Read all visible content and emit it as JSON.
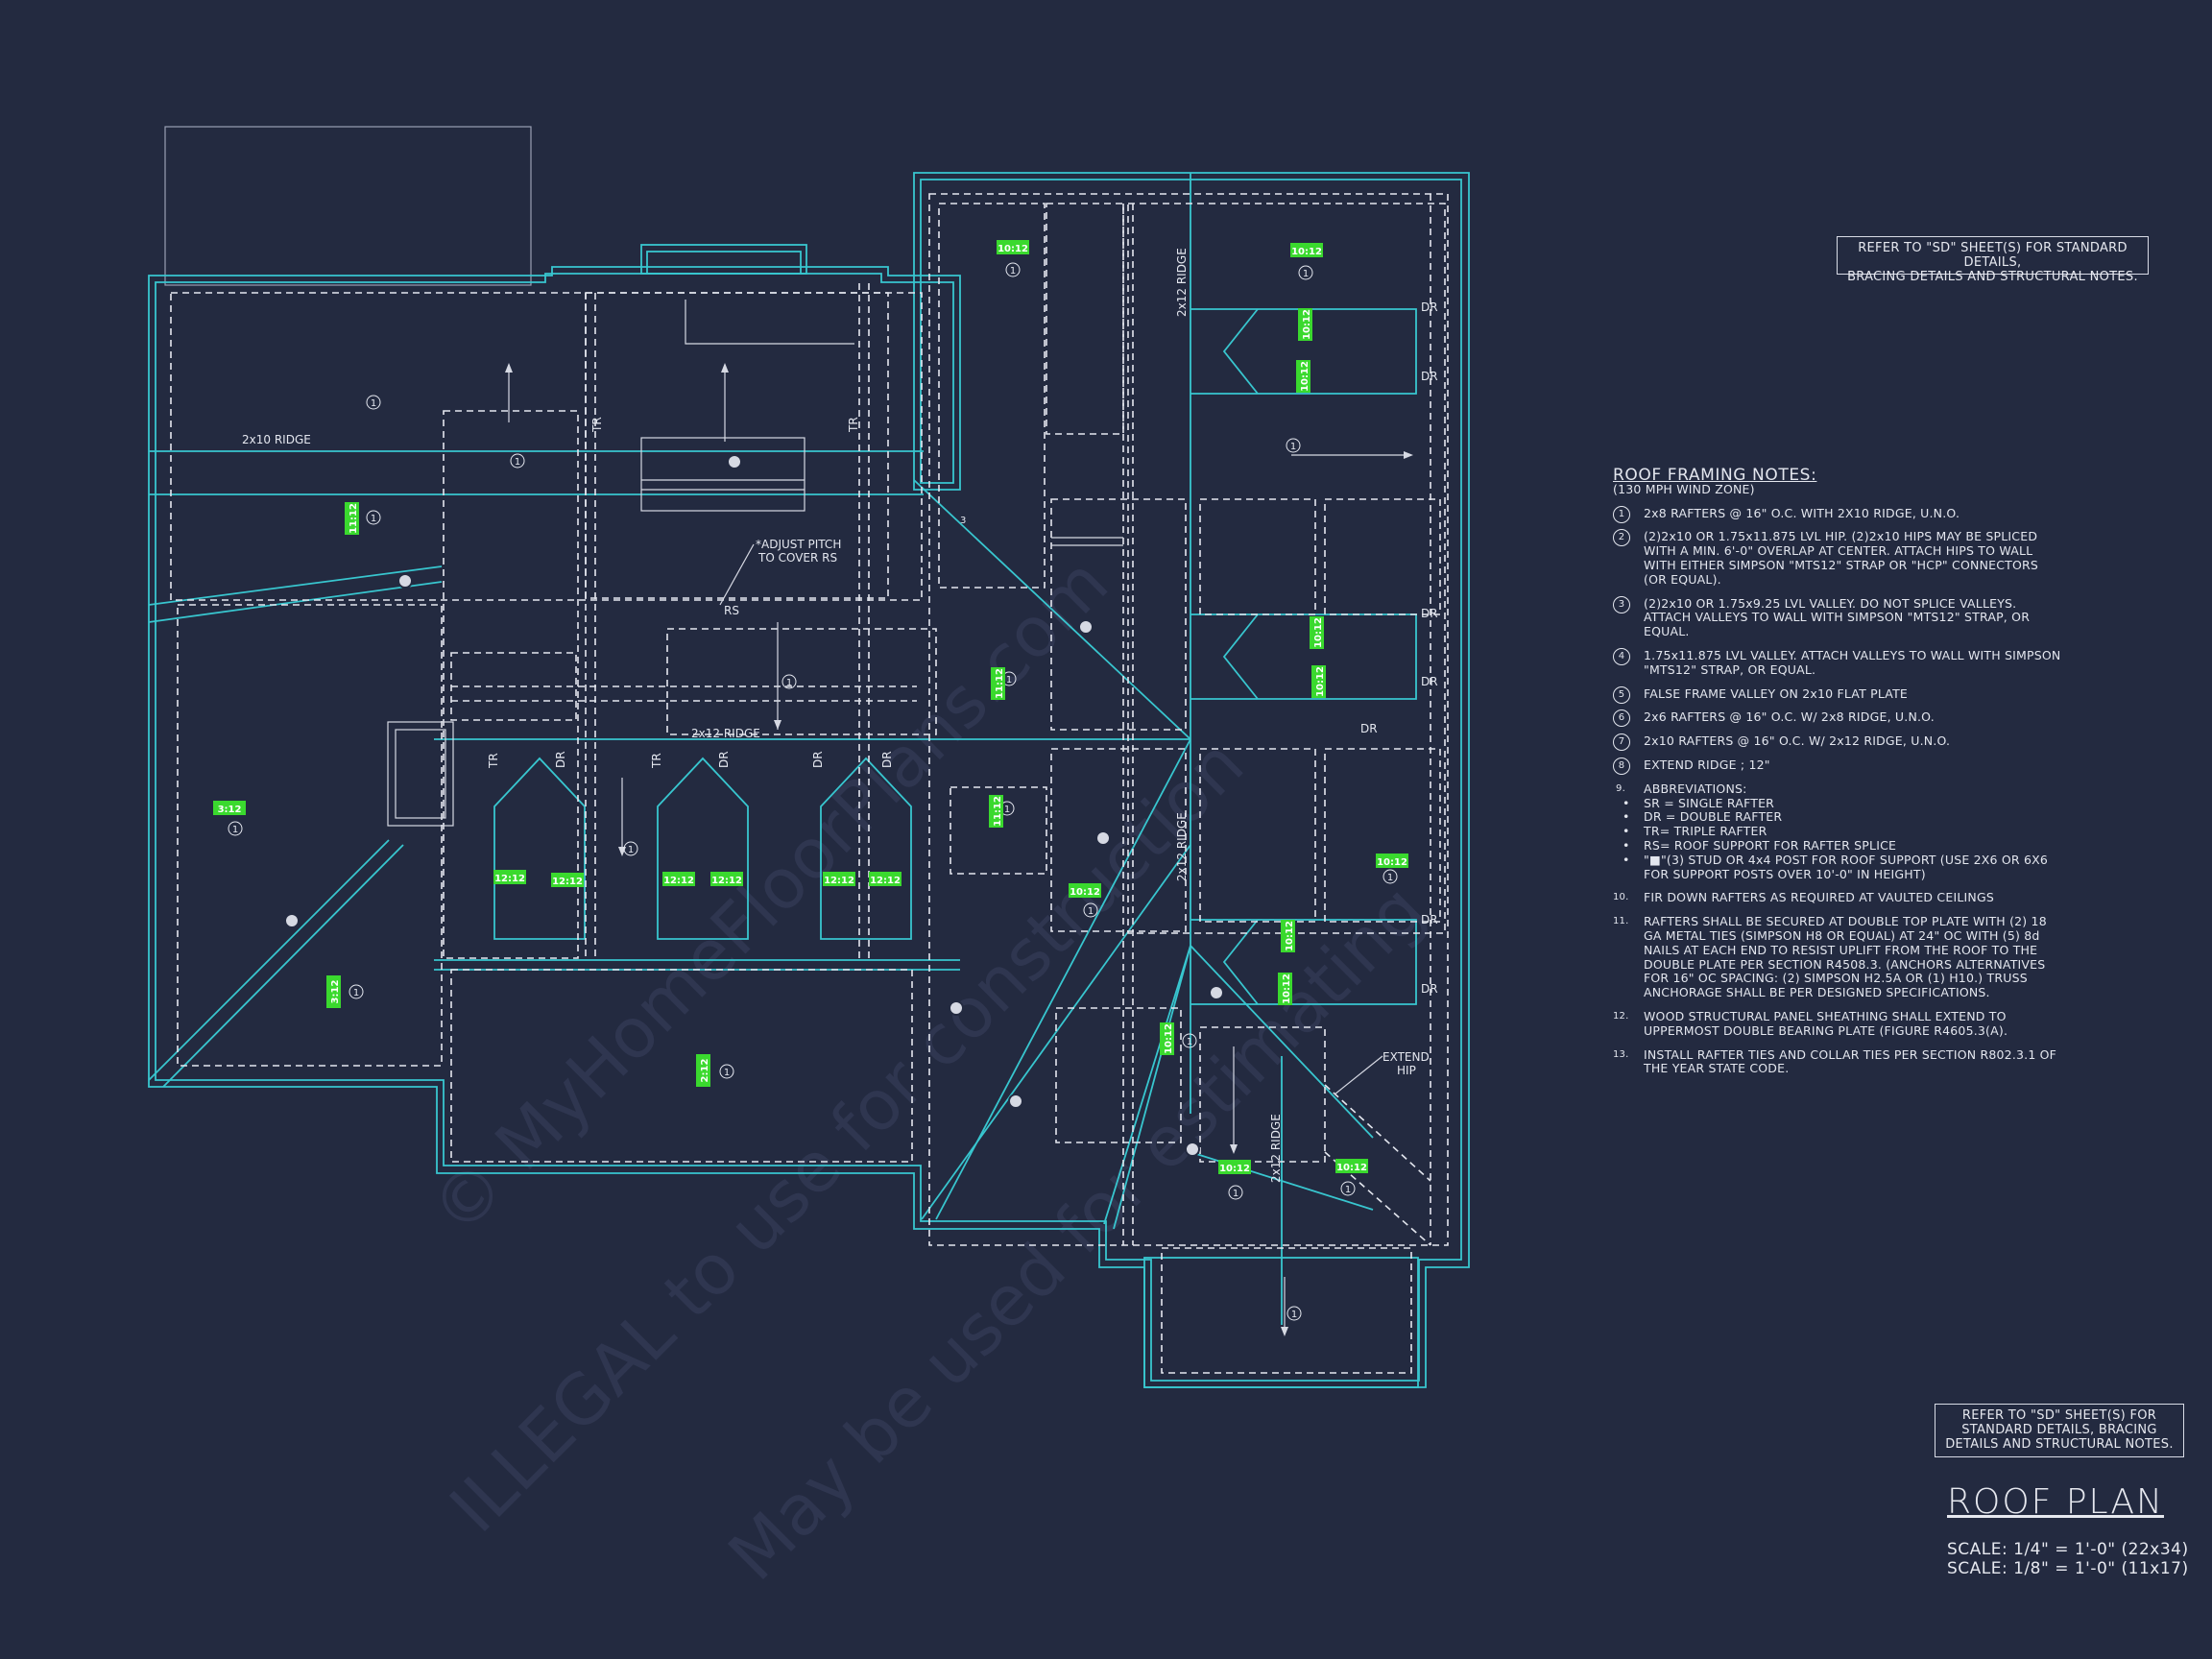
{
  "sheet": {
    "title": "ROOF PLAN",
    "scale_large": "SCALE: 1/4\" = 1'-0\" (22x34)",
    "scale_small": "SCALE: 1/8\" = 1'-0\" (11x17)"
  },
  "refer_top": [
    "REFER TO \"SD\" SHEET(S) FOR STANDARD DETAILS,",
    "BRACING  DETAILS AND STRUCTURAL NOTES."
  ],
  "refer_bottom": [
    "REFER TO \"SD\"  SHEET(S) FOR",
    "STANDARD DETAILS, BRACING",
    "DETAILS AND STRUCTURAL NOTES."
  ],
  "notes": {
    "title": "ROOF FRAMING NOTES:",
    "subtitle": "(130 MPH WIND ZONE)",
    "items": [
      {
        "num": "1",
        "text": "2x8 RAFTERS @ 16\" O.C. WITH 2X10 RIDGE, U.N.O."
      },
      {
        "num": "2",
        "text": "(2)2x10 OR 1.75x11.875 LVL HIP.  (2)2x10 HIPS MAY BE SPLICED WITH A MIN. 6'-0\" OVERLAP AT CENTER. ATTACH HIPS TO WALL WITH EITHER SIMPSON \"MTS12\" STRAP OR \"HCP\" CONNECTORS (OR EQUAL)."
      },
      {
        "num": "3",
        "text": "(2)2x10 OR 1.75x9.25 LVL VALLEY.  DO NOT SPLICE VALLEYS. ATTACH VALLEYS TO WALL WITH  SIMPSON \"MTS12\" STRAP, OR EQUAL."
      },
      {
        "num": "4",
        "text": "1.75x11.875 LVL VALLEY.  ATTACH VALLEYS TO WALL WITH SIMPSON \"MTS12\" STRAP, OR EQUAL."
      },
      {
        "num": "5",
        "text": "FALSE FRAME VALLEY ON 2x10 FLAT PLATE"
      },
      {
        "num": "6",
        "text": "2x6 RAFTERS @ 16\" O.C. W/ 2x8 RIDGE, U.N.O."
      },
      {
        "num": "7",
        "text": "2x10 RAFTERS @ 16\" O.C. W/ 2x12 RIDGE, U.N.O."
      },
      {
        "num": "8",
        "text": "EXTEND RIDGE ; 12\""
      }
    ],
    "abbr_num": "9.",
    "abbr_title": "ABBREVIATIONS:",
    "abbr": [
      "SR = SINGLE RAFTER",
      "DR = DOUBLE RAFTER",
      "TR= TRIPLE RAFTER",
      "RS= ROOF SUPPORT FOR RAFTER SPLICE",
      "\"■\"(3) STUD OR 4x4 POST FOR ROOF SUPPORT (USE 2X6 OR 6X6 FOR SUPPORT POSTS OVER 10'-0\" IN HEIGHT)"
    ],
    "items2": [
      {
        "num": "10.",
        "text": "FIR DOWN RAFTERS AS REQUIRED AT VAULTED CEILINGS"
      },
      {
        "num": "11.",
        "text": "RAFTERS SHALL BE SECURED AT DOUBLE TOP PLATE WITH (2) 18 GA METAL TIES (SIMPSON H8 OR EQUAL) AT 24\" OC WITH (5) 8d NAILS AT EACH END TO RESIST UPLIFT FROM THE ROOF TO THE DOUBLE PLATE PER SECTION R4508.3. (ANCHORS ALTERNATIVES FOR 16\" OC SPACING: (2) SIMPSON H2.5A OR (1) H10.) TRUSS ANCHORAGE SHALL BE PER DESIGNED SPECIFICATIONS."
      },
      {
        "num": "12.",
        "text": "WOOD STRUCTURAL PANEL SHEATHING SHALL EXTEND TO UPPERMOST DOUBLE BEARING PLATE (FIGURE R4605.3(A)."
      },
      {
        "num": "13.",
        "text": "INSTALL RAFTER TIES AND COLLAR TIES PER SECTION R802.3.1 OF THE YEAR STATE CODE."
      }
    ]
  },
  "plan_labels": {
    "ridge_2x10": "2x10 RIDGE",
    "ridge_2x12_h": "2x12 RIDGE",
    "ridge_2x12_v": "2x12 RIDGE",
    "adjust_pitch_1": "*ADJUST PITCH",
    "adjust_pitch_2": "TO COVER RS",
    "rs": "RS",
    "tr": "TR",
    "dr": "DR",
    "extend_hip_1": "EXTEND",
    "extend_hip_2": "HIP",
    "circle_one": "1",
    "tag_3": "3"
  },
  "pitches": [
    {
      "text": "10:12"
    },
    {
      "text": "10:12"
    },
    {
      "text": "10:12"
    },
    {
      "text": "10:12"
    },
    {
      "text": "10:12"
    },
    {
      "text": "10:12"
    },
    {
      "text": "11:12"
    },
    {
      "text": "11:12"
    },
    {
      "text": "11:12"
    },
    {
      "text": "3:12"
    },
    {
      "text": "3:12"
    },
    {
      "text": "2:12"
    },
    {
      "text": "12:12"
    },
    {
      "text": "12:12"
    },
    {
      "text": "12:12"
    },
    {
      "text": "12:12"
    },
    {
      "text": "12:12"
    },
    {
      "text": "12:12"
    },
    {
      "text": "10:12"
    },
    {
      "text": "10:12"
    },
    {
      "text": "10:12"
    },
    {
      "text": "10:12"
    },
    {
      "text": "10:12"
    },
    {
      "text": "10:12"
    },
    {
      "text": "10:12"
    }
  ],
  "watermark": [
    "© MyHomeFloorPlans.com",
    "ILLEGAL to use for construction",
    "May be used for estimating"
  ],
  "colors": {
    "background": "#232a40",
    "plan_line": "#38c6cf",
    "dash_line": "#e4e7ef",
    "pitch_tag": "#3ad92e",
    "text": "#e6e8ef"
  }
}
